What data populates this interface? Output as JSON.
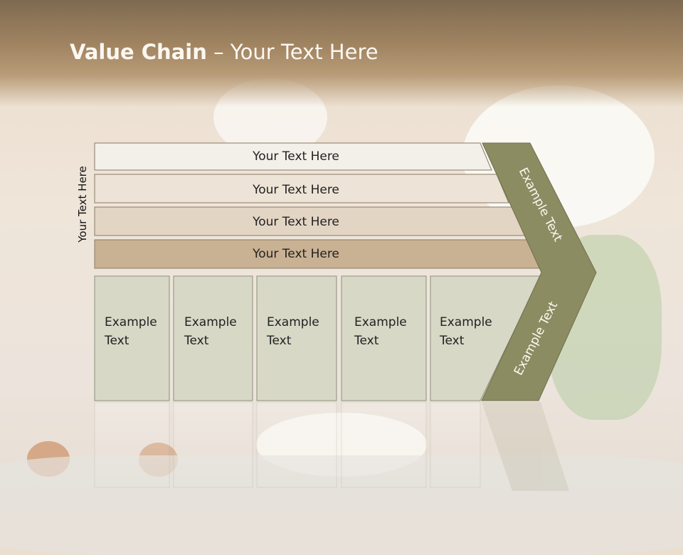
{
  "slide": {
    "title_bold": "Value Chain",
    "title_rest": " – Your Text Here",
    "vertical_label": "Your Text Here"
  },
  "rows": [
    {
      "label": "Your Text Here",
      "color": "#f3efe9"
    },
    {
      "label": "Your Text Here",
      "color": "#ede3d7"
    },
    {
      "label": "Your Text Here",
      "color": "#e3d5c4"
    },
    {
      "label": "Your Text Here",
      "color": "#c9b193"
    }
  ],
  "cells": [
    {
      "line1": "Example",
      "line2": "Text"
    },
    {
      "line1": "Example",
      "line2": "Text"
    },
    {
      "line1": "Example",
      "line2": "Text"
    },
    {
      "line1": "Example",
      "line2": "Text"
    },
    {
      "line1": "Example",
      "line2": "Text"
    }
  ],
  "chevron": {
    "upper_text": "Example Text",
    "lower_text": "Example Text",
    "color": "#8c8c62"
  },
  "colors": {
    "cell_fill": "#d7d8c6",
    "cell_stroke": "#8e8f7c"
  }
}
